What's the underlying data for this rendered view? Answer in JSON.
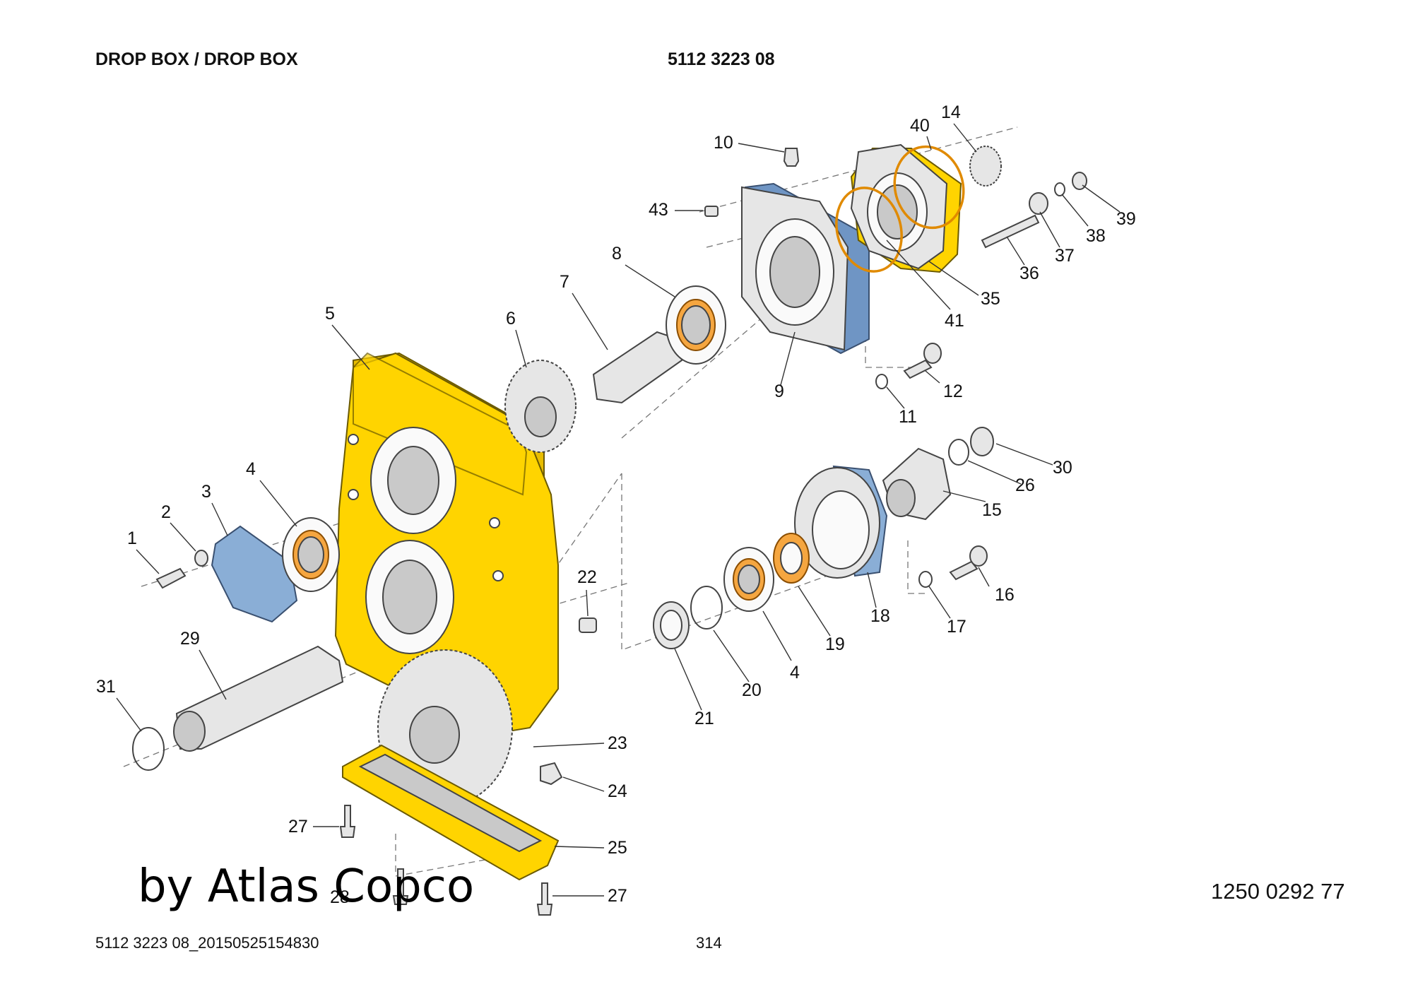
{
  "header": {
    "title": "DROP BOX / DROP BOX",
    "doc_number": "5112 3223 08"
  },
  "watermark": "by Atlas Copco",
  "part_reference": "1250 0292 77",
  "footer": {
    "file_id": "5112 3223 08_20150525154830",
    "page": "314"
  },
  "callouts": [
    "1",
    "2",
    "3",
    "4",
    "5",
    "6",
    "7",
    "8",
    "9",
    "10",
    "11",
    "12",
    "14",
    "15",
    "16",
    "17",
    "18",
    "19",
    "20",
    "21",
    "22",
    "23",
    "24",
    "25",
    "26",
    "27",
    "27",
    "28",
    "29",
    "30",
    "31",
    "35",
    "36",
    "37",
    "38",
    "39",
    "40",
    "41",
    "43",
    "4"
  ],
  "colors": {
    "housing": "#ffd400",
    "cover": "#8aaed6",
    "seal_ring": "#e08a00"
  }
}
